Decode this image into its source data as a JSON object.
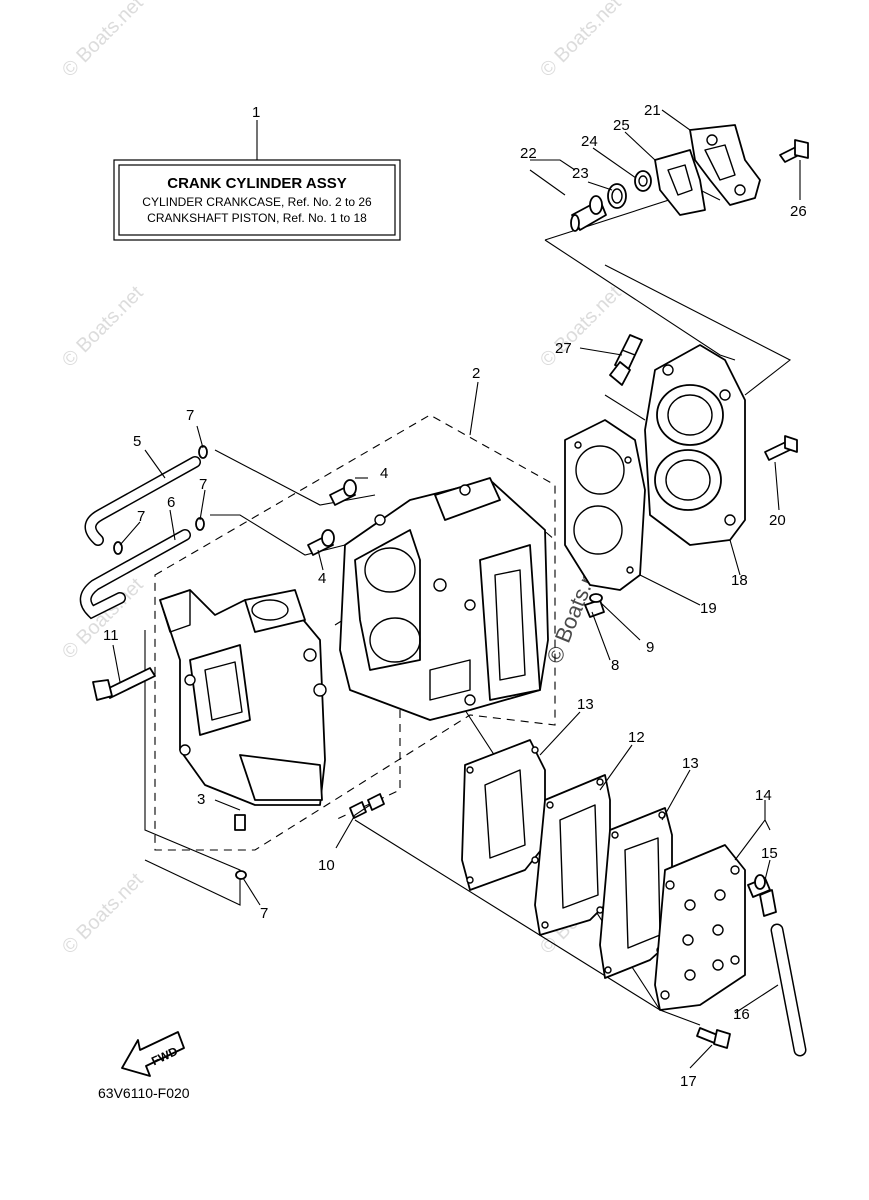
{
  "watermark": {
    "text": "© Boats.net",
    "center_text": "© Boats.net"
  },
  "title_box": {
    "line1": "CRANK CYLINDER ASSY",
    "line2": "CYLINDER CRANKCASE,  Ref. No. 2 to 26",
    "line3": "CRANKSHAFT PISTON,  Ref. No. 1 to 18"
  },
  "callouts": {
    "c1": "1",
    "c2": "2",
    "c3": "3",
    "c4a": "4",
    "c4b": "4",
    "c5": "5",
    "c6": "6",
    "c7a": "7",
    "c7b": "7",
    "c7c": "7",
    "c7d": "7",
    "c8": "8",
    "c9": "9",
    "c10": "10",
    "c11": "11",
    "c12": "12",
    "c13a": "13",
    "c13b": "13",
    "c14": "14",
    "c15": "15",
    "c16": "16",
    "c17": "17",
    "c18": "18",
    "c19": "19",
    "c20": "20",
    "c21": "21",
    "c22": "22",
    "c23": "23",
    "c24": "24",
    "c25": "25",
    "c26": "26",
    "c27": "27"
  },
  "fwd_label": "FWD",
  "diagram_code": "63V6110-F020"
}
